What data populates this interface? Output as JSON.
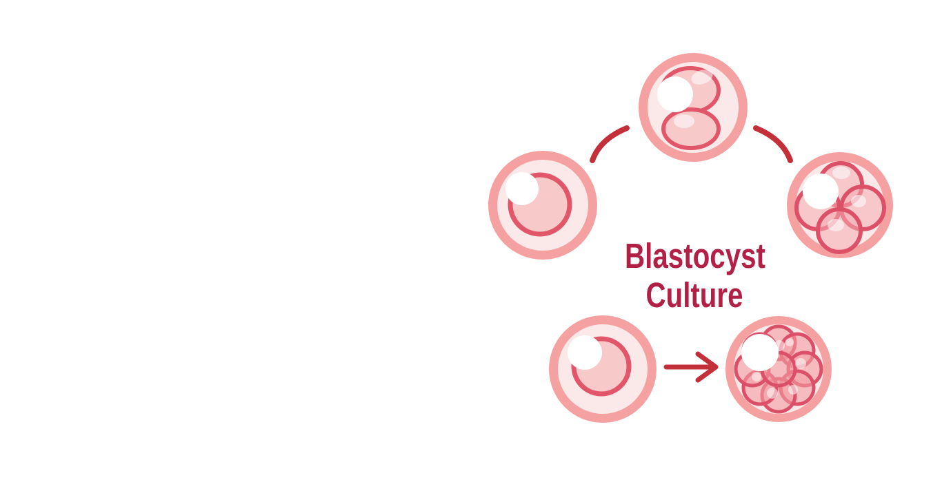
{
  "title": {
    "line1": "Blastocyst",
    "line2": "Culture"
  },
  "diagram": {
    "type": "process-illustration",
    "stages": [
      {
        "name": "oocyte",
        "position": "left"
      },
      {
        "name": "two-cell-embryo",
        "position": "top"
      },
      {
        "name": "four-cell-embryo",
        "position": "right"
      },
      {
        "name": "oocyte",
        "position": "bottom-left"
      },
      {
        "name": "morula-blastocyst",
        "position": "bottom-right"
      }
    ],
    "connectors": [
      {
        "name": "arc-connector-left",
        "from": "left-oocyte",
        "to": "two-cell-embryo"
      },
      {
        "name": "arc-connector-right",
        "from": "two-cell-embryo",
        "to": "four-cell-embryo"
      },
      {
        "name": "right-arrow-icon",
        "from": "bottom-left-oocyte",
        "to": "morula-blastocyst"
      }
    ]
  },
  "colors": {
    "background": "#FFFFFF",
    "membrane": "#F5A1A1",
    "cytoplasm": "#FBE9E9",
    "nucleus_fill": "#F7C9C9",
    "nucleus_outline": "#E25669",
    "blastomere4_fill": "#F4ACB0",
    "blastomere4_outline": "#DD5168",
    "morula_fill": "#F19CA1",
    "morula_outline": "#DC4F68",
    "highlight": "#FFFFFF",
    "connector": "#C4303A",
    "title_text": "#B22045"
  }
}
